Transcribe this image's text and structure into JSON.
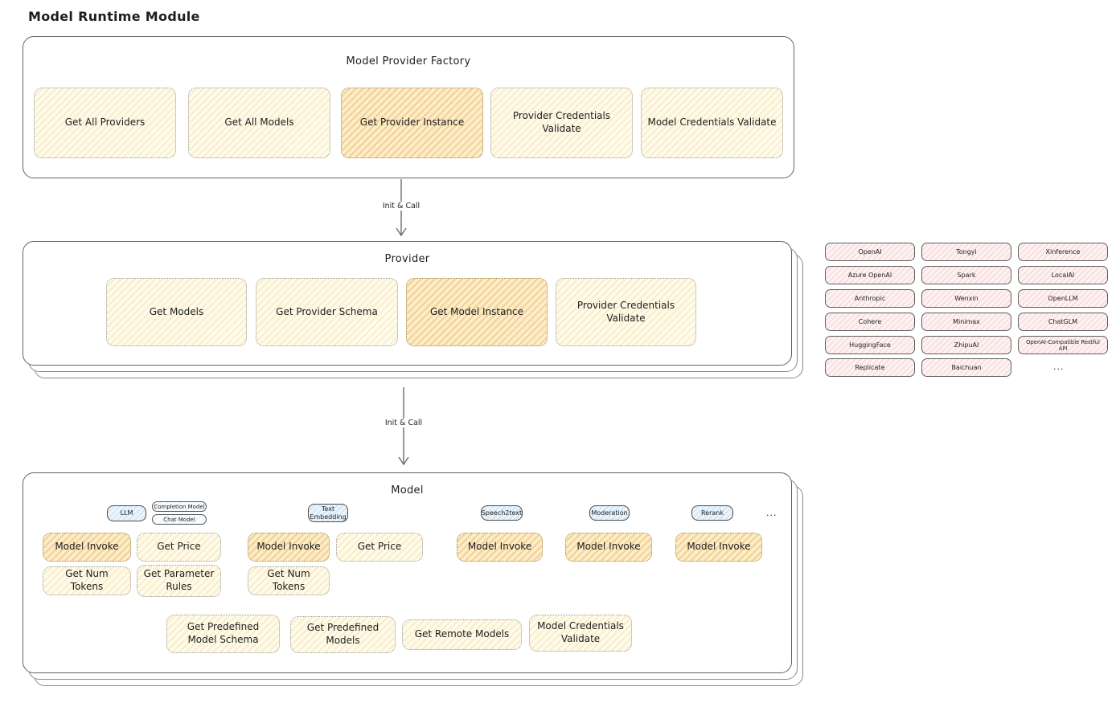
{
  "page_title": "Model Runtime Module",
  "factory": {
    "title": "Model Provider Factory",
    "buttons": [
      "Get All Providers",
      "Get All Models",
      "Get Provider Instance",
      "Provider Credentials Validate",
      "Model Credentials Validate"
    ]
  },
  "arrows": {
    "first": "Init & Call",
    "second": "Init & Call"
  },
  "provider": {
    "title": "Provider",
    "buttons": [
      "Get Models",
      "Get Provider Schema",
      "Get Model Instance",
      "Provider Credentials Validate"
    ]
  },
  "providers_grid": {
    "col1": [
      "OpenAI",
      "Azure OpenAI",
      "Anthropic",
      "Cohere",
      "HuggingFace",
      "Replicate"
    ],
    "col2": [
      "Tongyi",
      "Spark",
      "Wenxin",
      "Minimax",
      "ZhipuAI",
      "Baichuan"
    ],
    "col3": [
      "Xinference",
      "LocalAI",
      "OpenLLM",
      "ChatGLM",
      "OpenAI-Compatible Restful API"
    ],
    "more": "..."
  },
  "model": {
    "title": "Model",
    "type_llm": "LLM",
    "subtype_completion": "Completion Model",
    "subtype_chat": "Chat Model",
    "type_text_embedding": "Text Embedding",
    "type_speech2text": "Speech2text",
    "type_moderation": "Moderation",
    "type_rerank": "Rerank",
    "types_more": "...",
    "op_model_invoke": "Model Invoke",
    "op_get_price": "Get Price",
    "op_get_num_tokens": "Get Num Tokens",
    "op_get_parameter_rules": "Get Parameter Rules",
    "shared_ops": [
      "Get Predefined Model Schema",
      "Get Predefined Models",
      "Get Remote Models",
      "Model Credentials Validate"
    ]
  },
  "colors": {
    "highlight_fill": "#f5d190",
    "yellow_fill": "#f9eec8",
    "pink_fill": "#f9dfdf",
    "blue_fill": "#d4e7f8",
    "stroke": "#636363"
  }
}
